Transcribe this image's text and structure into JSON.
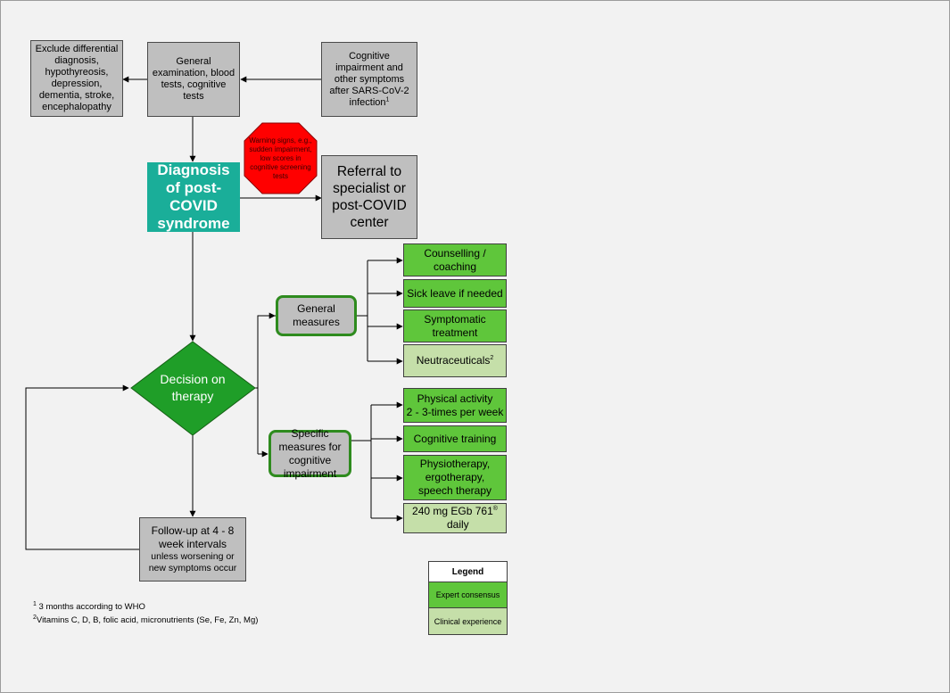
{
  "nodes": {
    "exclude": "Exclude differential diagnosis, hypothyreosis, depression, dementia, stroke, encephalopathy",
    "general_exam": "General examination, blood tests, cognitive tests",
    "cognitive_symptoms": "Cognitive impairment and other symptoms after SARS-CoV-2 infection",
    "cognitive_symptoms_sup": "1",
    "warning_signs": "Warning signs, e.g., sudden impairment, low scores in cognitive screening tests",
    "diagnosis": "Diagnosis of post-COVID syndrome",
    "referral": "Referral to specialist or post-COVID center",
    "decision": "Decision on therapy",
    "general_measures": "General measures",
    "specific_measures": "Specific measures for  cognitive impairment",
    "followup_main": "Follow-up at 4 - 8 week intervals",
    "followup_sub": "unless worsening or new symptoms occur",
    "counselling": "Counselling / coaching",
    "sick_leave": "Sick leave if needed",
    "symptomatic": "Symptomatic treatment",
    "neutraceuticals": "Neutraceuticals",
    "neutraceuticals_sup": "2",
    "physical_activity": "Physical activity\n2 - 3-times per week",
    "cognitive_training": "Cognitive training",
    "physiotherapy": "Physiotherapy, ergotherapy, speech therapy",
    "egb_pre": "240 mg EGb 761",
    "egb_sup": "®",
    "egb_post": "  daily"
  },
  "legend": {
    "title": "Legend",
    "expert": "Expert consensus",
    "clinical": "Clinical experience"
  },
  "footnotes": {
    "f1_num": "1",
    "f1": " 3 months according to WHO",
    "f2_num": "2",
    "f2": "Vitamins C, D, B, folic acid, micronutrients (Se, Fe, Zn, Mg)"
  },
  "colors": {
    "expert_consensus": "#5fc63b",
    "clinical_experience": "#c5dfa9",
    "diagnosis": "#1aae99",
    "decision": "#1f9e28",
    "warning": "#ff0000",
    "neutral": "#bfbfbf"
  }
}
